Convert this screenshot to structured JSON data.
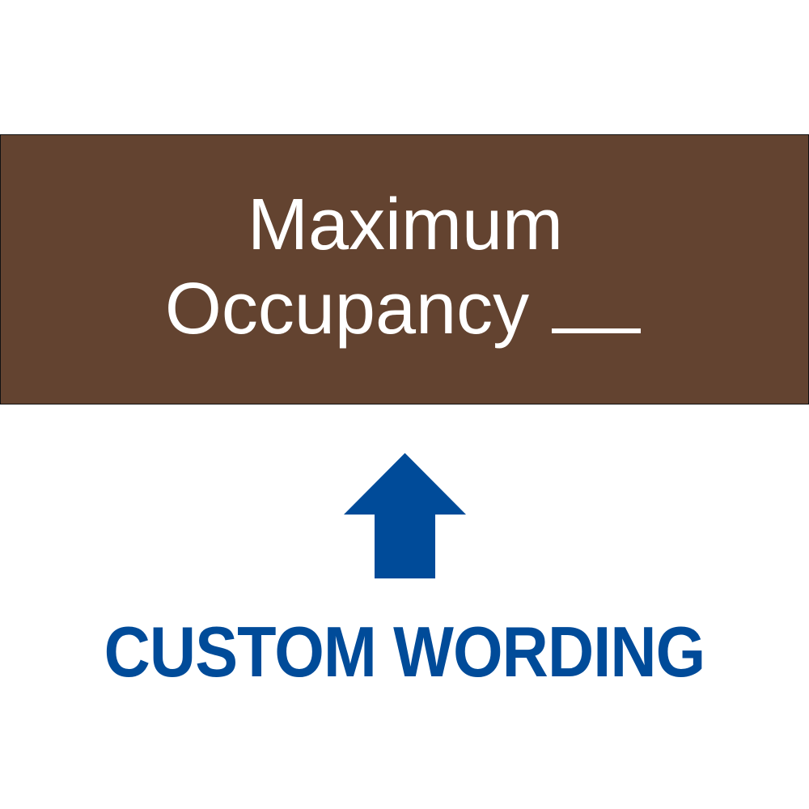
{
  "sign": {
    "background_color": "#634330",
    "text_color": "#ffffff",
    "line1": "Maximum",
    "line2": "Occupancy",
    "blank_field": "__"
  },
  "arrow": {
    "icon": "arrow-up-icon",
    "color": "#004b99"
  },
  "caption": {
    "text": "CUSTOM WORDING",
    "color": "#004b99"
  }
}
